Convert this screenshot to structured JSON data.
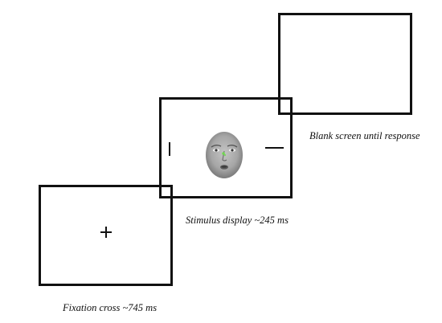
{
  "captions": {
    "blank": "Blank screen until response",
    "stimulus": "Stimulus display ~245 ms",
    "fixation": "Fixation cross ~745 ms"
  },
  "icons": {
    "fixation": "plus-cross-icon",
    "face": "face-photo-icon",
    "vertical_bar": "vertical-line-icon",
    "horizontal_bar": "horizontal-line-icon"
  },
  "colors": {
    "frame": "#111111",
    "face_gray": "#9a9a9a",
    "gaze_dot": "#6ddc4a"
  }
}
